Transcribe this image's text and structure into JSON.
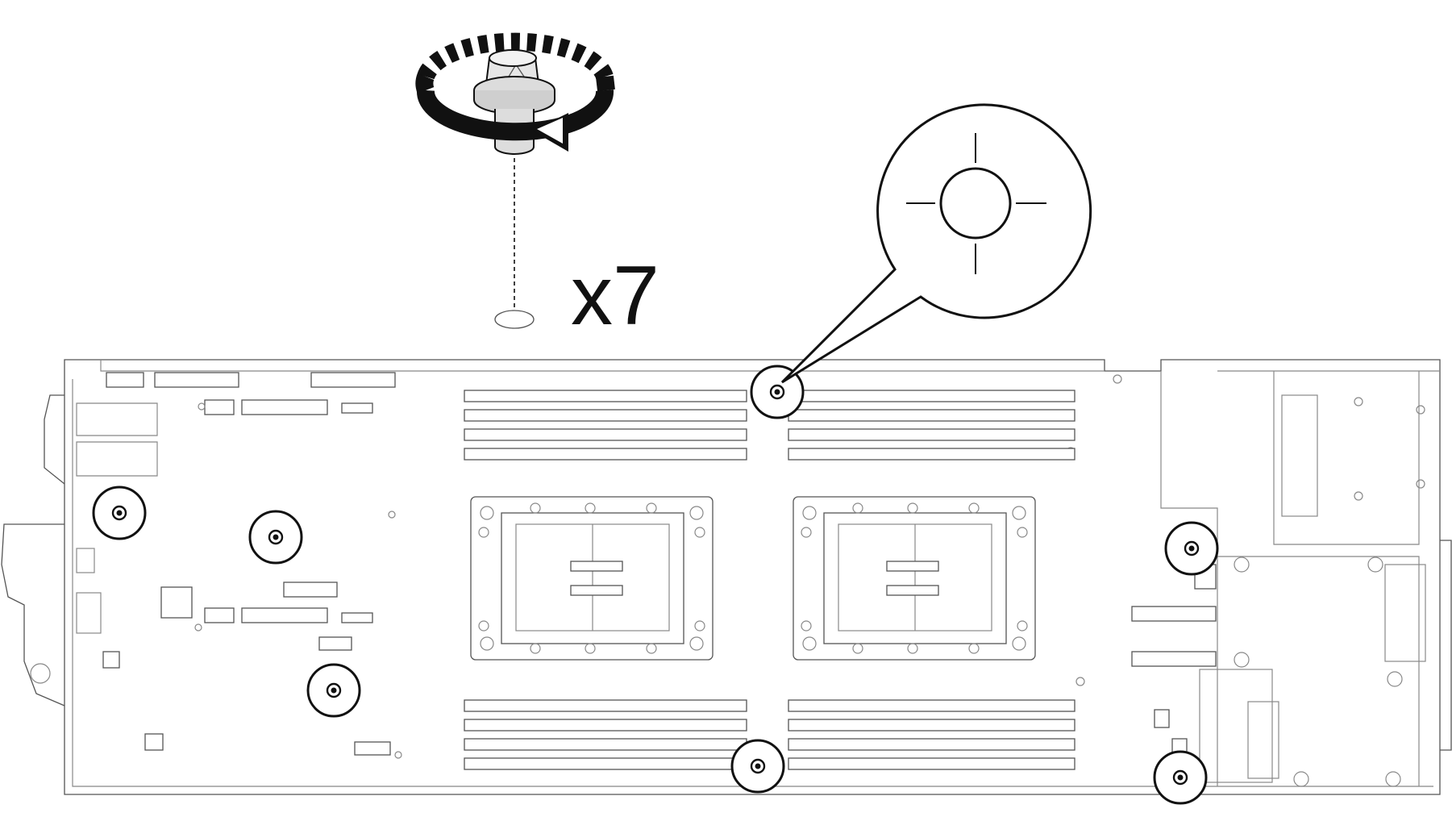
{
  "instruction": {
    "quantity_label": "x7",
    "tool_icon": "screw-tighten-icon",
    "rotation": "clockwise"
  },
  "board": {
    "icon": "motherboard-outline",
    "screw_count": 7,
    "processor_sockets": 2,
    "dimm_slots": 16
  },
  "callout": {
    "icon": "screw-hole-crosshair-icon"
  },
  "colors": {
    "line": "#111111",
    "detail": "#555555",
    "background": "#ffffff"
  }
}
